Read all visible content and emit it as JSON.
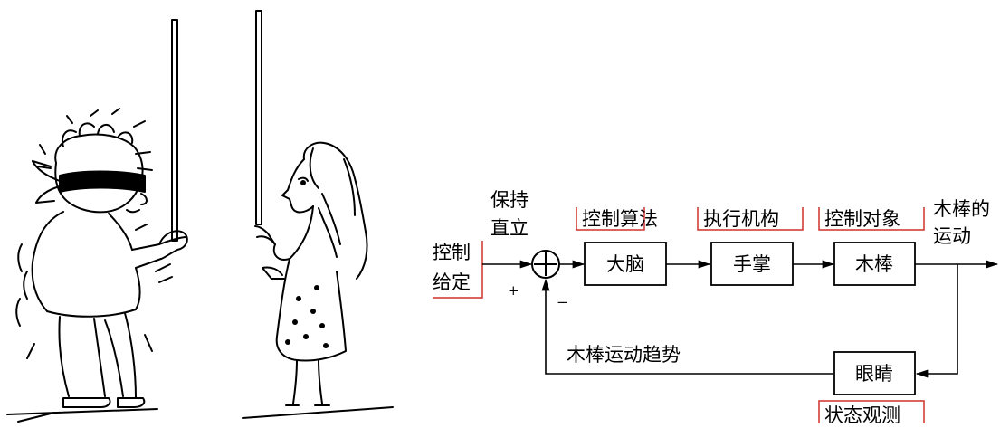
{
  "colors": {
    "line": "#000000",
    "bracket": "#d0302a",
    "background": "#ffffff"
  },
  "illustrations": {
    "left": {
      "kind": "blindfolded-man-balancing-stick-icon"
    },
    "right": {
      "kind": "woman-balancing-stick-icon"
    }
  },
  "diagram": {
    "input_label_1": "控制",
    "input_label_2": "给定",
    "setpoint_label_1": "保持",
    "setpoint_label_2": "直立",
    "plus_sign": "+",
    "minus_sign": "−",
    "blocks": {
      "controller": {
        "label": "大脑",
        "role": "控制算法"
      },
      "actuator": {
        "label": "手掌",
        "role": "执行机构"
      },
      "plant": {
        "label": "木棒",
        "role": "控制对象"
      },
      "sensor": {
        "label": "眼睛",
        "role": "状态观测"
      }
    },
    "output_label_1": "木棒的",
    "output_label_2": "运动",
    "feedback_label": "木棒运动趋势"
  }
}
